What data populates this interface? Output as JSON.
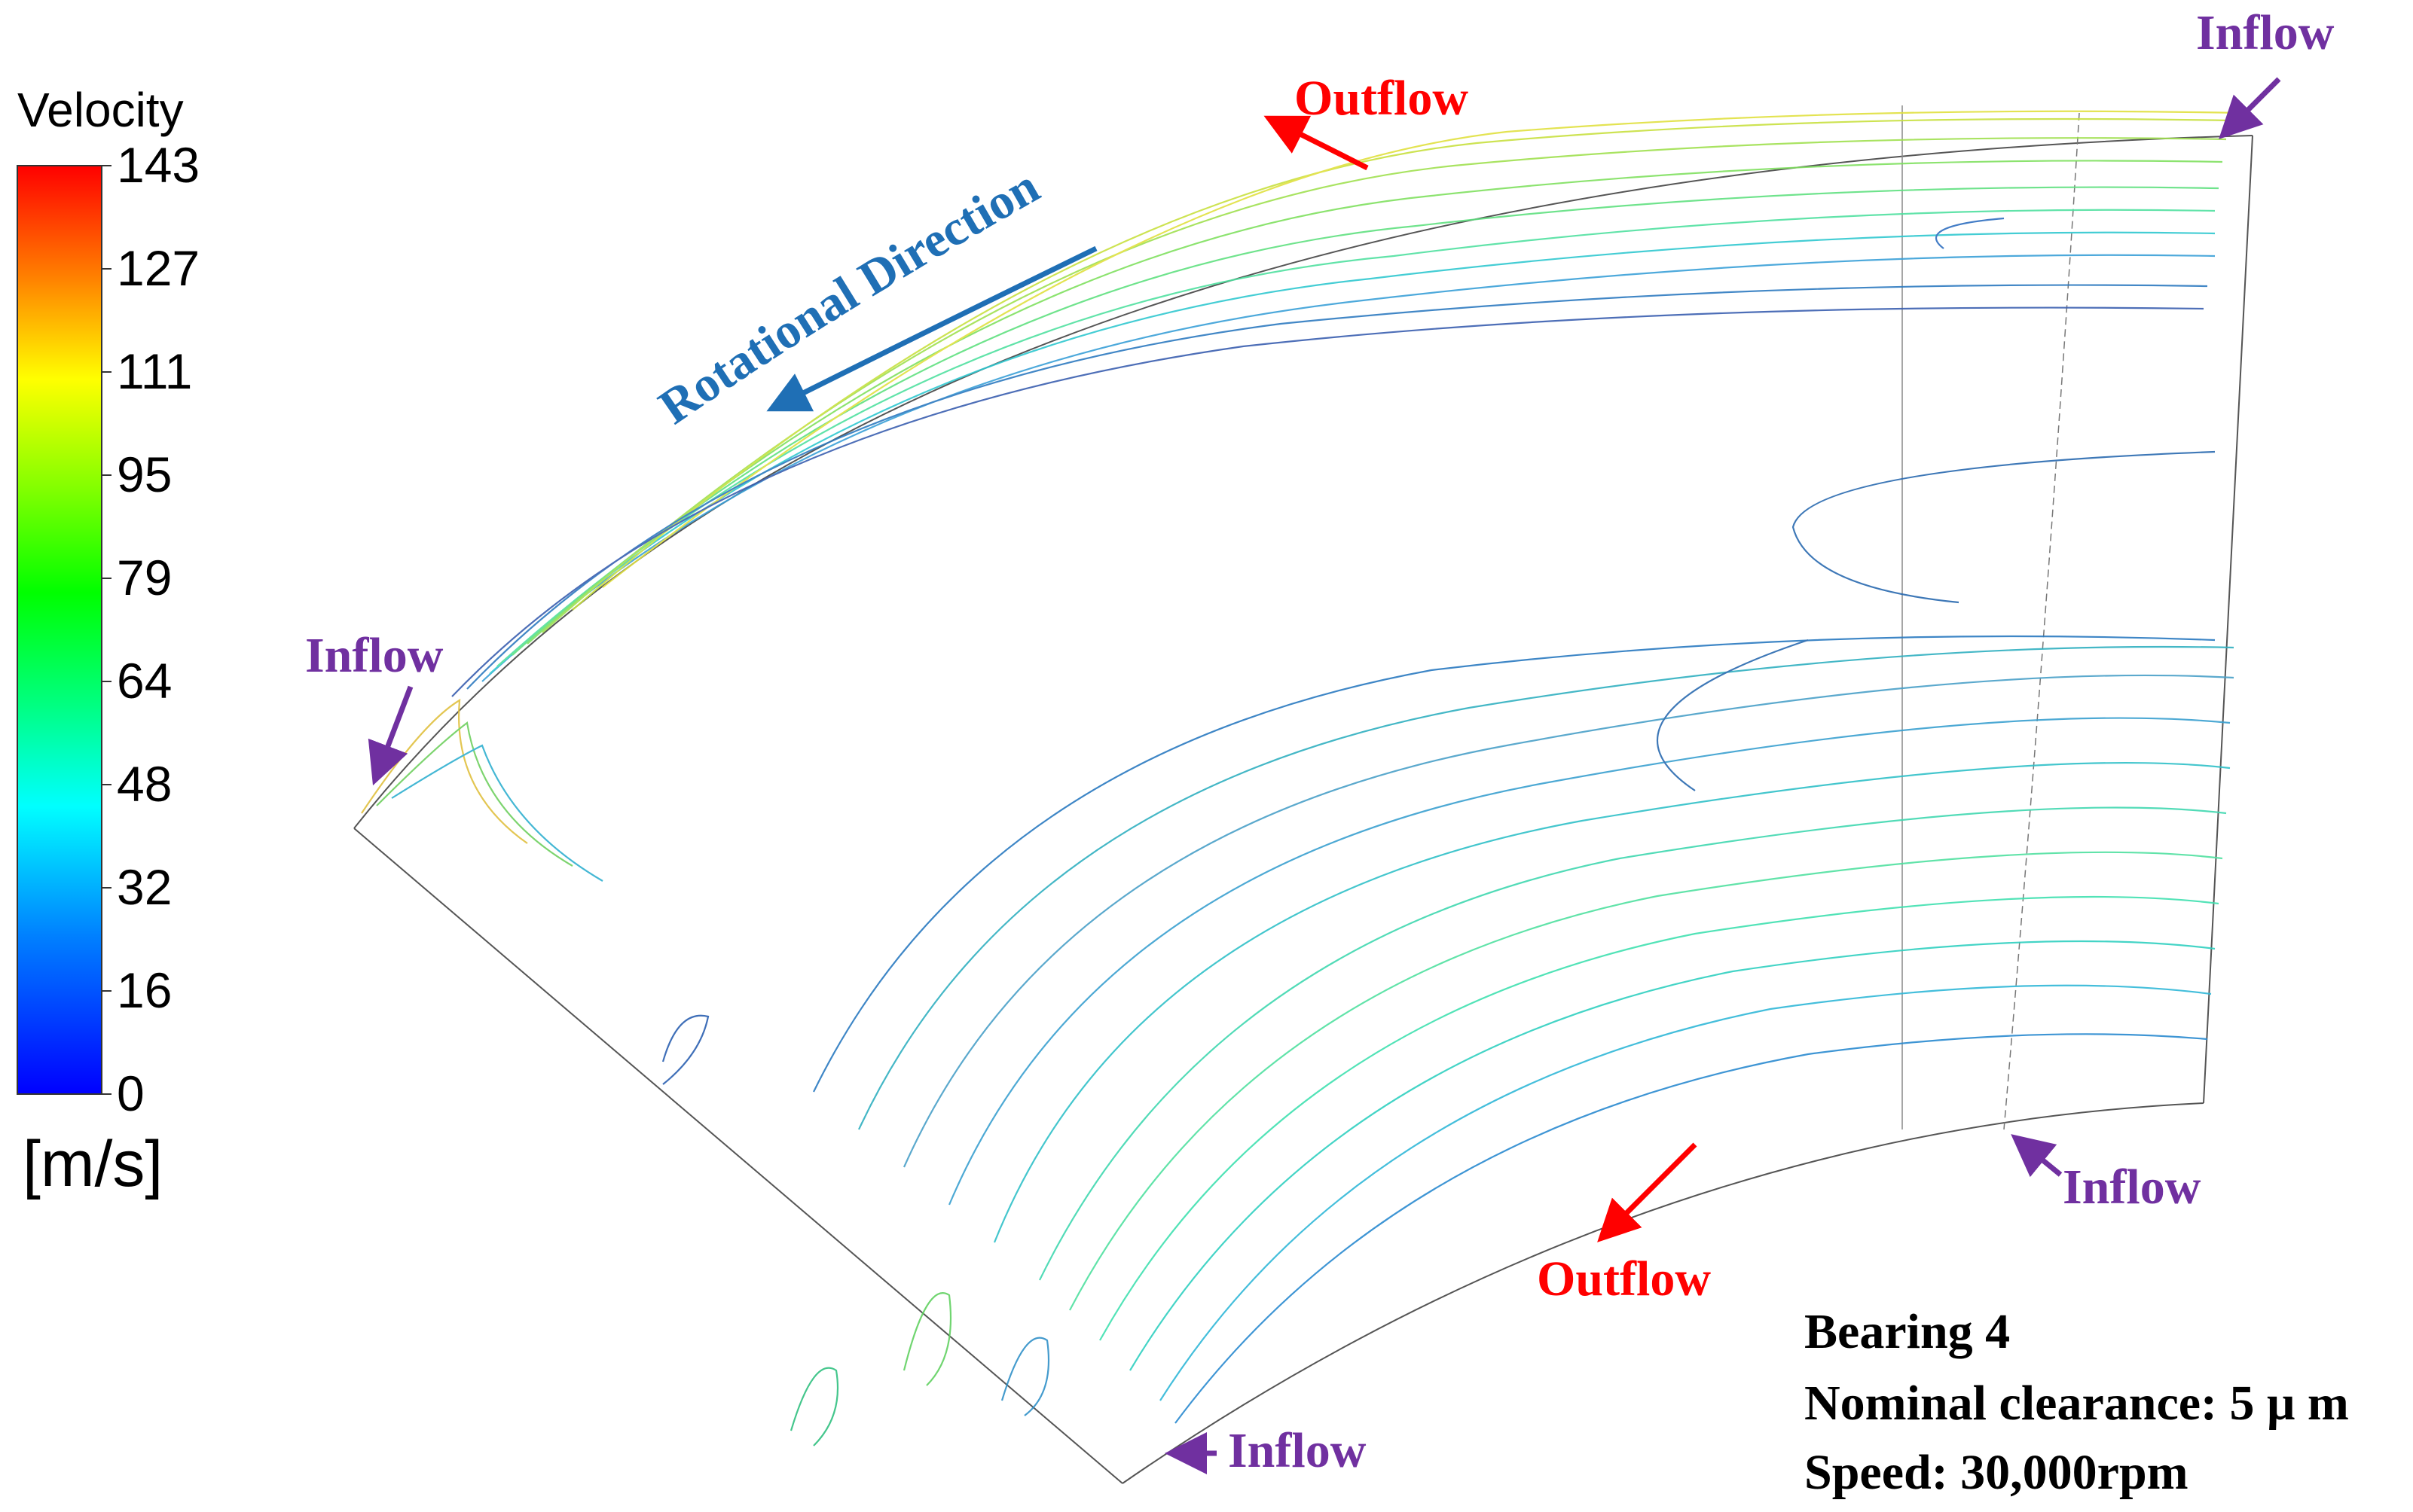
{
  "legend": {
    "title": "Velocity",
    "ticks": [
      "143",
      "127",
      "111",
      "95",
      "79",
      "64",
      "48",
      "32",
      "16",
      "0"
    ],
    "unit": "[m/s]",
    "colors": [
      "#ff0000",
      "#ff8000",
      "#ffff00",
      "#80ff00",
      "#00ff00",
      "#00ff80",
      "#00ffff",
      "#0080ff",
      "#0000ff"
    ]
  },
  "labels": {
    "inflow": "Inflow",
    "outflow": "Outflow",
    "rotation": "Rotational Direction"
  },
  "info": {
    "bearing": "Bearing 4",
    "clearance": "Nominal clearance: 5 μ m",
    "speed": "Speed: 30,000rpm"
  },
  "colors": {
    "inflow": "#7030a0",
    "outflow": "#ff0000",
    "rotation": "#1f6fb5"
  }
}
